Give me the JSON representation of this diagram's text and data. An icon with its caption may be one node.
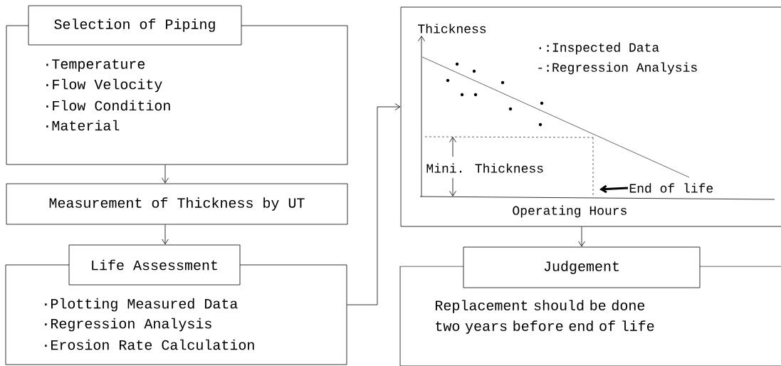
{
  "diagram": {
    "nodes": [
      {
        "text": [
          "·Temperature",
          "·Flow Velocity",
          "·Flow Condition",
          "·Material"
        ]
      },
      {
        "text": [
          "Selection of Piping"
        ]
      },
      {
        "text": [
          "Measurement of Thickness by UT"
        ]
      },
      {
        "text": [
          "·Plotting Measured Data",
          "·Regression Analysis",
          "·Erosion Rate Calculation"
        ]
      },
      {
        "text": [
          "Life Assessment"
        ]
      },
      {
        "text": [],
        "shape": "box"
      },
      {
        "text": [
          "Replacement should be done two years before end of life"
        ]
      },
      {
        "text": [
          "Judgement"
        ]
      },
      {
        "text": [
          "End of life"
        ],
        "in": 5
      }
    ],
    "edges": [
      {
        "from": 0,
        "to": 2,
        "arrow": "to"
      },
      {
        "from": 2,
        "to": 4,
        "arrow": "to"
      },
      {
        "from": 3,
        "to": 5,
        "arrow": "to"
      },
      {
        "from": 5,
        "to": 7,
        "arrow": "to"
      },
      {
        "from": 8,
        "to": null,
        "arrow": "to",
        "style": "thick"
      }
    ],
    "labels": [
      "Thickness",
      "·:Inspected Data",
      "-:Regression Analysis",
      "Mini. Thickness",
      "Operating Hours"
    ]
  }
}
